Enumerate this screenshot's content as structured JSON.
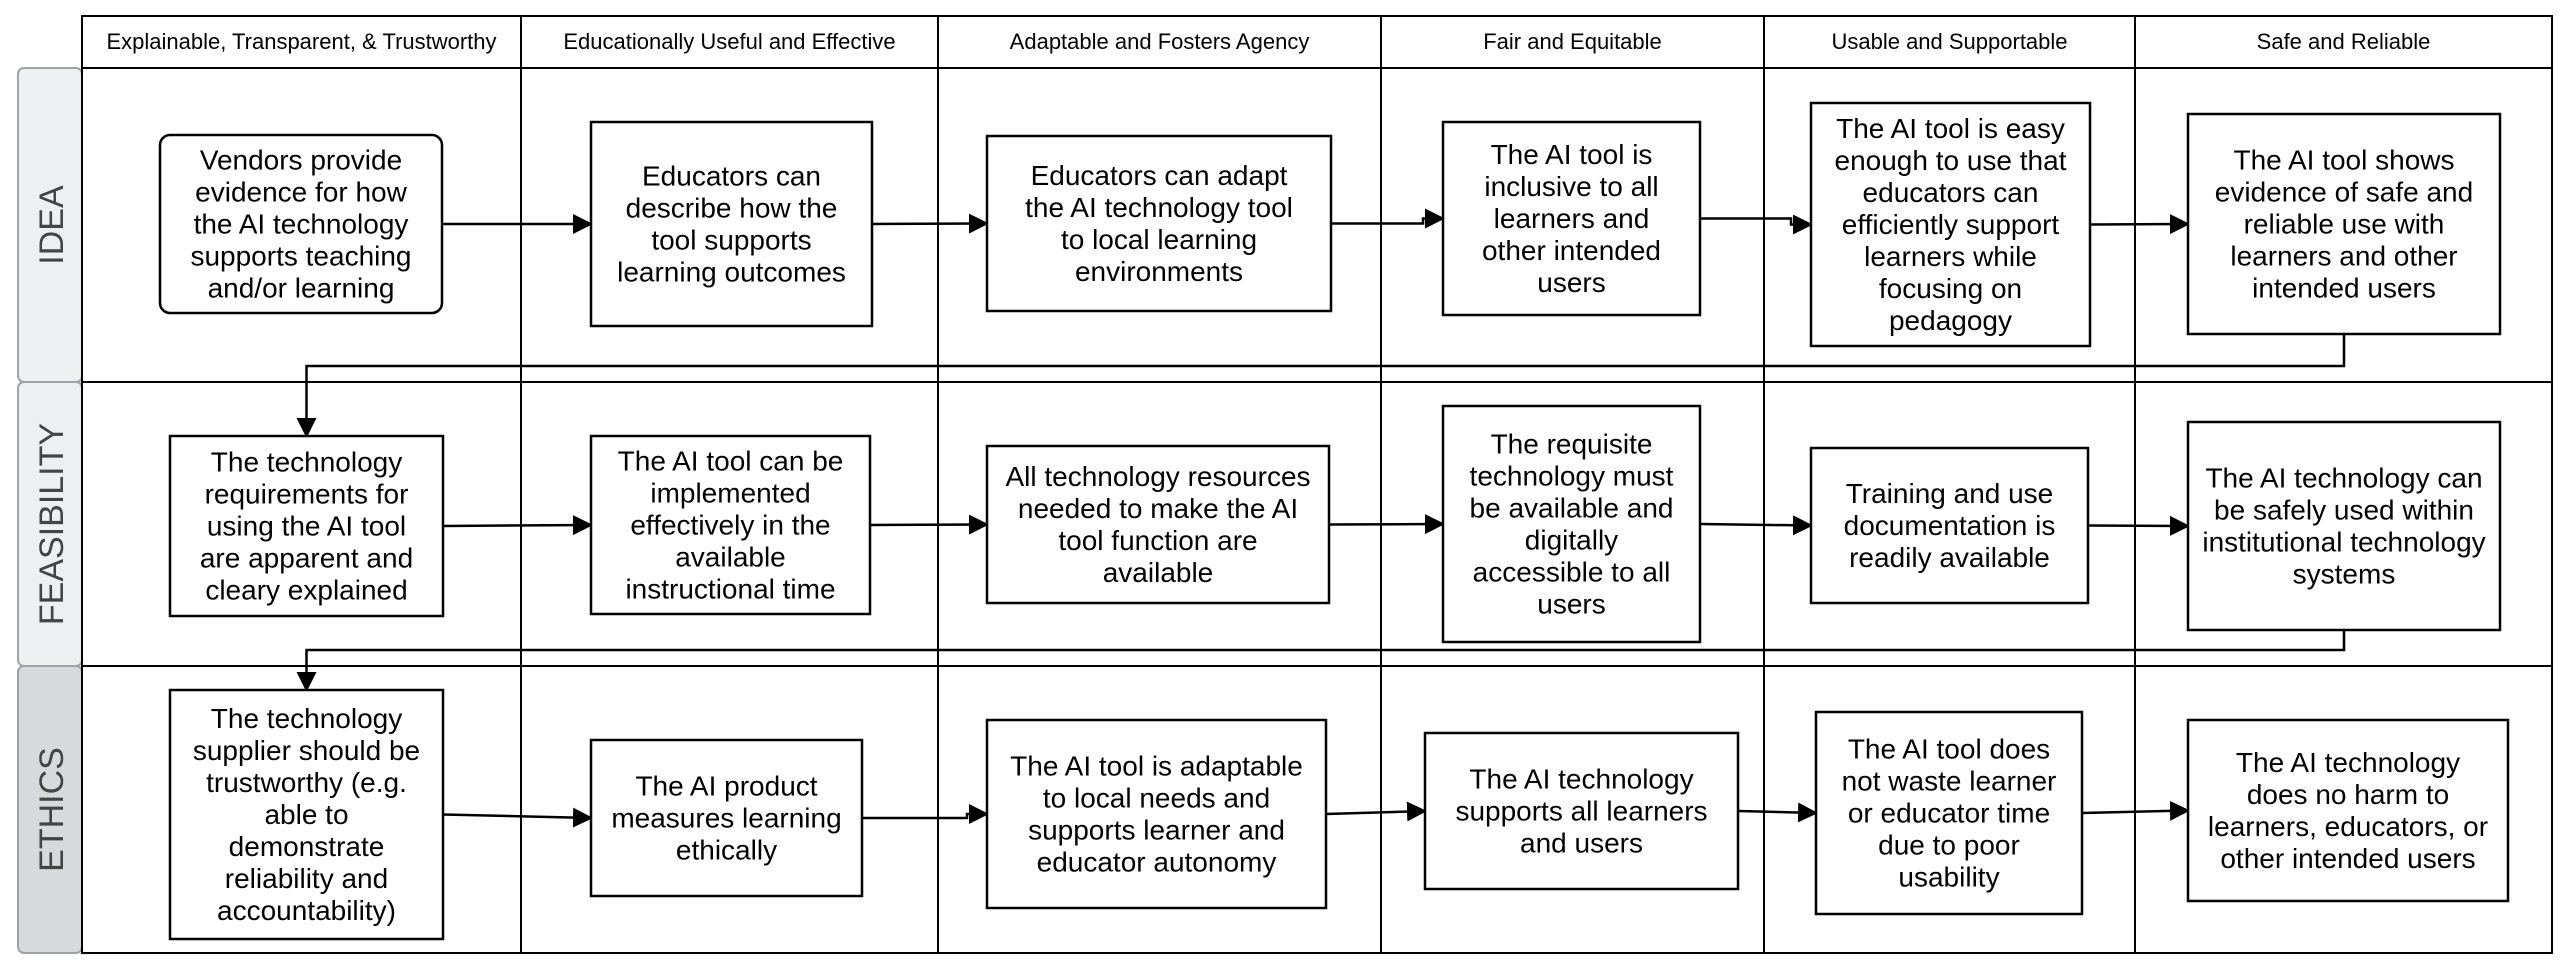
{
  "columns": [
    "Explainable, Transparent, & Trustworthy",
    "Educationally Useful and Effective",
    "Adaptable and Fosters Agency",
    "Fair and Equitable",
    "Usable and Supportable",
    "Safe and Reliable"
  ],
  "lanes": [
    "IDEA",
    "FEASIBILITY",
    "ETHICS"
  ],
  "boxes": [
    [
      "Vendors provide\nevidence for how\nthe AI technology\nsupports teaching\nand/or learning",
      "Educators can\ndescribe how the\ntool supports\nlearning outcomes",
      "Educators can adapt\nthe AI technology tool\nto local learning\nenvironments",
      "The AI tool is\ninclusive to all\nlearners and\nother intended\nusers",
      "The AI tool is easy\nenough to use that\neducators can\nefficiently support\nlearners while\nfocusing on\npedagogy",
      "The AI tool shows\nevidence of safe and\nreliable use with\nlearners and other\nintended users"
    ],
    [
      "The technology\nrequirements for\nusing the AI tool\nare apparent and\ncleary explained",
      "The AI tool can be\nimplemented\neffectively in the\navailable\ninstructional time",
      "All technology resources\nneeded to make the AI\ntool function are\navailable",
      "The requisite\ntechnology must\nbe available and\ndigitally\naccessible to all\nusers",
      "Training and use\ndocumentation is\nreadily available",
      "The AI technology can\nbe safely used within\ninstitutional technology\nsystems"
    ],
    [
      "The technology\nsupplier should be\ntrustworthy (e.g.\nable to\ndemonstrate\nreliability and\naccountability)",
      "The AI product\nmeasures learning\nethically",
      "The AI tool is adaptable\nto local needs and\nsupports learner and\neducator autonomy",
      "The AI technology\nsupports all learners\nand users",
      "The AI tool does\nnot waste learner\nor educator time\ndue to poor\nusability",
      "The AI technology\ndoes no harm to\nlearners, educators, or\nother intended users"
    ]
  ],
  "colors": {
    "lane_fill": "#eeeff1",
    "ethics_lane_fill": "#d7d9dc",
    "line": "#000000",
    "lane_text": "#444444"
  }
}
